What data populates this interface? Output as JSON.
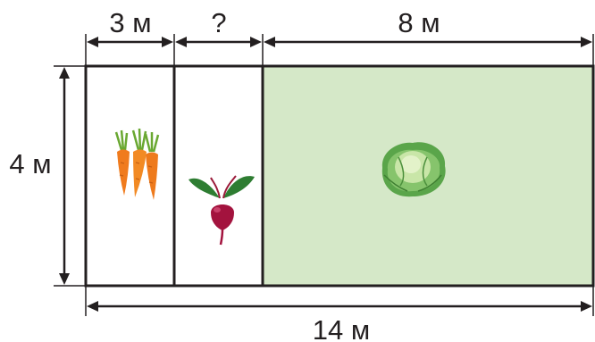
{
  "labels": {
    "left_bed_width": "3 м",
    "middle_bed_width": "?",
    "right_bed_width": "8 м",
    "height": "4 м",
    "total_width": "14 м"
  },
  "beds": [
    {
      "crop": "carrot",
      "icon": "carrot-icon",
      "fill": "#ffffff"
    },
    {
      "crop": "beet",
      "icon": "beet-icon",
      "fill": "#ffffff"
    },
    {
      "crop": "cabbage",
      "icon": "cabbage-icon",
      "fill": "#d5e8c8"
    }
  ],
  "colors": {
    "line": "#231f20",
    "cabbage_bed": "#d5e8c8"
  }
}
